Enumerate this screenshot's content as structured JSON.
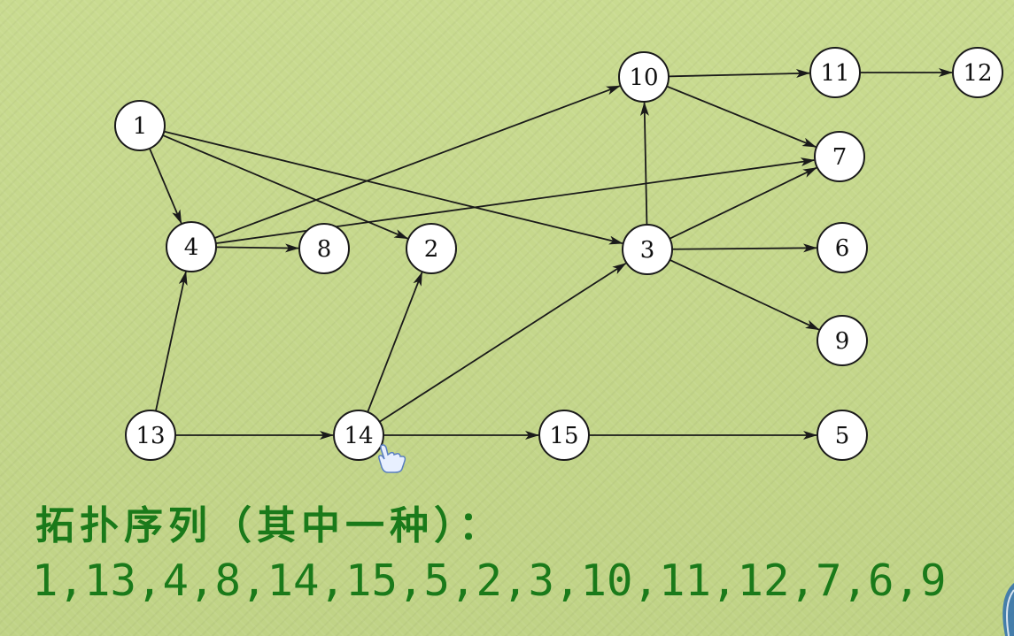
{
  "graph": {
    "nodes": [
      {
        "id": "1",
        "label": "1"
      },
      {
        "id": "2",
        "label": "2"
      },
      {
        "id": "3",
        "label": "3"
      },
      {
        "id": "4",
        "label": "4"
      },
      {
        "id": "5",
        "label": "5"
      },
      {
        "id": "6",
        "label": "6"
      },
      {
        "id": "7",
        "label": "7"
      },
      {
        "id": "8",
        "label": "8"
      },
      {
        "id": "9",
        "label": "9"
      },
      {
        "id": "10",
        "label": "10"
      },
      {
        "id": "11",
        "label": "11"
      },
      {
        "id": "12",
        "label": "12"
      },
      {
        "id": "13",
        "label": "13"
      },
      {
        "id": "14",
        "label": "14"
      },
      {
        "id": "15",
        "label": "15"
      }
    ],
    "edges": [
      [
        "1",
        "4"
      ],
      [
        "1",
        "2"
      ],
      [
        "1",
        "3"
      ],
      [
        "4",
        "8"
      ],
      [
        "4",
        "10"
      ],
      [
        "4",
        "7"
      ],
      [
        "13",
        "4"
      ],
      [
        "13",
        "14"
      ],
      [
        "14",
        "2"
      ],
      [
        "14",
        "3"
      ],
      [
        "14",
        "15"
      ],
      [
        "15",
        "5"
      ],
      [
        "3",
        "10"
      ],
      [
        "3",
        "7"
      ],
      [
        "3",
        "6"
      ],
      [
        "3",
        "9"
      ],
      [
        "10",
        "11"
      ],
      [
        "10",
        "7"
      ],
      [
        "11",
        "12"
      ]
    ]
  },
  "caption": "拓扑序列（其中一种）：",
  "sequence": "1,13,4,8,14,15,5,2,3,10,11,12,7,6,9",
  "colors": {
    "background": "#c4d68a",
    "text_green": "#1a7a1a",
    "node_fill": "#ffffff",
    "stroke": "#1a1a1a"
  }
}
